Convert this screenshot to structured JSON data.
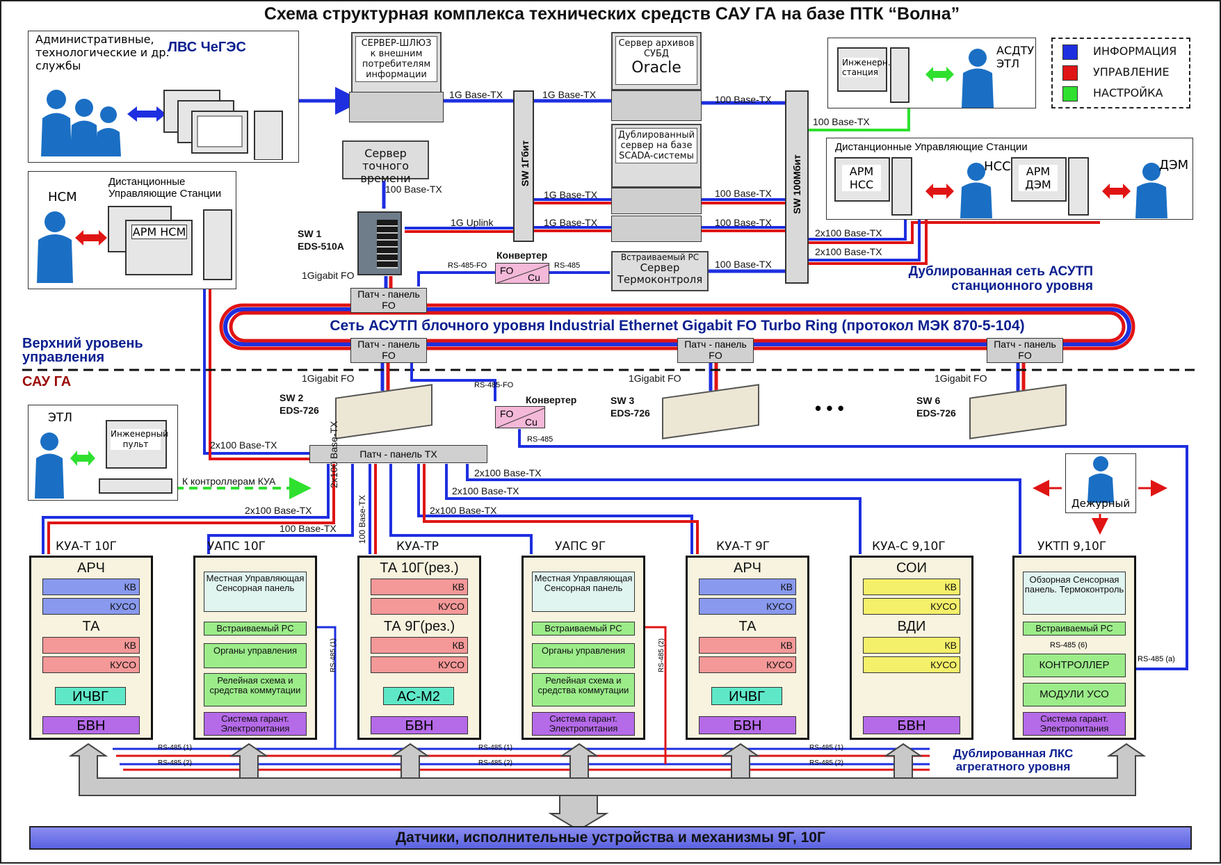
{
  "title": "Схема структурная комплекса технических средств САУ ГА на базе ПТК “Волна”",
  "legend": {
    "items": [
      {
        "label": "ИНФОРМАЦИЯ",
        "color": "#1e2fe0"
      },
      {
        "label": "УПРАВЛЕНИЕ",
        "color": "#e01414"
      },
      {
        "label": "НАСТРОЙКА",
        "color": "#2fe02f"
      }
    ]
  },
  "top_left": {
    "services": "Административные, технологические и др. службы",
    "lan": "ЛВС ЧеГЭС"
  },
  "ncm_panel": {
    "role": "НСМ",
    "caption": "Дистанционные Управляющие Станции",
    "arm": "АРМ НСМ"
  },
  "asdtu": {
    "station": "Инженерн. станция",
    "label": "АСДТУ ЭТЛ"
  },
  "remote_stations": {
    "caption": "Дистанционные Управляющие Станции",
    "arm1": "АРМ НСС",
    "role1": "НСС",
    "arm2": "АРМ ДЭМ",
    "role2": "ДЭМ"
  },
  "servers": {
    "gateway": "СЕРВЕР-ШЛЮЗ к внешним потребителям информации",
    "archive": "Сервер архивов СУБД",
    "oracle": "Oracle",
    "scada": "Дублированный сервер на базе SCADA-системы",
    "time": "Сервер точного времени",
    "thermo_top": "Встраиваемый PC",
    "thermo": "Сервер Термоконтроля"
  },
  "switches": {
    "sw_1g": "SW 1Гбит",
    "sw_100m": "SW 100Мбит",
    "sw1": "SW 1",
    "sw1_model": "EDS-510A",
    "sw2": "SW 2",
    "sw2_model": "EDS-726",
    "sw3": "SW 3",
    "sw3_model": "EDS-726",
    "sw6": "SW 6",
    "sw6_model": "EDS-726",
    "dots": "• • •"
  },
  "links": {
    "g1_a": "1G Base-TX",
    "g1_b": "1G Base-TX",
    "m100_a": "100 Base-TX",
    "m100_b": "100 Base-TX",
    "time_link": "100 Base-TX",
    "g1_c": "1G Base-TX",
    "m100_c": "100 Base-TX",
    "uplink": "1G Uplink",
    "g1_d": "1G Base-TX",
    "m100_d": "100 Base-TX",
    "rs485fo": "RS-485-FO",
    "rs485": "RS-485",
    "m100_e": "100 Base-TX",
    "x2_a": "2x100 Base-TX",
    "x2_b": "2x100 Base-TX",
    "gfo1": "1Gigabit FO",
    "gfo2": "1Gigabit FO",
    "gfo3": "1Gigabit FO",
    "gfo4": "1Gigabit FO",
    "rs485fo_2": "RS-485-FO",
    "rs485_2": "RS-485",
    "x2_c": "2x100 Base-TX",
    "x2_d": "2x100 Base-TX",
    "x2_e": "2x100 Base-TX",
    "x2_f": "2x100 Base-TX",
    "x2_g": "2x100 Base-TX",
    "m100_f": "100 Base-TX",
    "x2_vert": "2x100 Base-TX",
    "m100_vert": "100 Base-TX",
    "to_kua": "К контроллерам КУА"
  },
  "converter": {
    "title": "Конвертер",
    "fo": "FO",
    "cu": "Cu"
  },
  "converter2": {
    "title": "Конвертер",
    "fo": "FO",
    "cu": "Cu"
  },
  "patch": {
    "p1": "Патч - панель FO",
    "p2": "Патч - панель FO",
    "p3": "Патч - панель FO",
    "p4": "Патч - панель FO",
    "tx": "Патч - панель ТХ"
  },
  "ring": "Сеть АСУТП блочного уровня Industrial Ethernet Gigabit FO Turbo Ring (протокол МЭК 870-5-104)",
  "station_net": "Дублированная сеть АСУТП станционного уровня",
  "upper_level": "Верхний уровень управления",
  "sau": "САУ ГА",
  "etl": {
    "role": "ЭТЛ",
    "pult": "Инженерный пульт"
  },
  "duty": "Дежурный",
  "lks": "Дублированная ЛКС агрегатного уровня",
  "sensors": "Датчики, исполнительные устройства и механизмы 9Г, 10Г",
  "rs_bus": {
    "a1": "RS-485 (1)",
    "a2": "RS-485 (2)",
    "b1": "RS-485 (1)",
    "b2": "RS-485 (2)",
    "c1": "RS-485 (1)",
    "c2": "RS-485 (2)",
    "v1": "RS-485 (1)",
    "v2": "RS-485 (2)",
    "v6": "RS-485 (6)",
    "va": "RS-485 (a)"
  },
  "cabinets": [
    {
      "title": "КУА-Т 10Г",
      "s1": "АРЧ",
      "kv1": "КВ",
      "kuso1": "КУСО",
      "s2": "ТА",
      "kv2": "КВ",
      "kuso2": "КУСО",
      "mid": "ИЧВГ",
      "bottom": "БВН"
    },
    {
      "title": "УАПС 10Г",
      "panel": "Местная Управляющая Сенсорная панель",
      "pc": "Встраиваемый PC",
      "o1": "Органы управления",
      "o2": "Релейная схема и средства коммутации",
      "o3": "Система гарант. Электропитания"
    },
    {
      "title": "КУА-ТР",
      "s1": "ТА 10Г(рез.)",
      "kv1": "КВ",
      "kuso1": "КУСО",
      "s2": "ТА 9Г(рез.)",
      "kv2": "КВ",
      "kuso2": "КУСО",
      "mid": "АС-М2",
      "bottom": "БВН"
    },
    {
      "title": "УАПС 9Г",
      "panel": "Местная Управляющая Сенсорная панель",
      "pc": "Встраиваемый PC",
      "o1": "Органы управления",
      "o2": "Релейная схема и средства коммутации",
      "o3": "Система гарант. Электропитания"
    },
    {
      "title": "КУА-Т 9Г",
      "s1": "АРЧ",
      "kv1": "КВ",
      "kuso1": "КУСО",
      "s2": "ТА",
      "kv2": "КВ",
      "kuso2": "КУСО",
      "mid": "ИЧВГ",
      "bottom": "БВН"
    },
    {
      "title": "КУА-С 9,10Г",
      "s1": "СОИ",
      "kv1": "КВ",
      "kuso1": "КУСО",
      "s2": "ВДИ",
      "kv2": "КВ",
      "kuso2": "КУСО",
      "bottom": "БВН"
    },
    {
      "title": "УКТП 9,10Г",
      "panel": "Обзорная Сенсорная панель. Термоконтроль",
      "pc": "Встраиваемый PC",
      "o1": "КОНТРОЛЛЕР",
      "o2": "МОДУЛИ УСО",
      "o3": "Система гарант. Электропитания"
    }
  ]
}
